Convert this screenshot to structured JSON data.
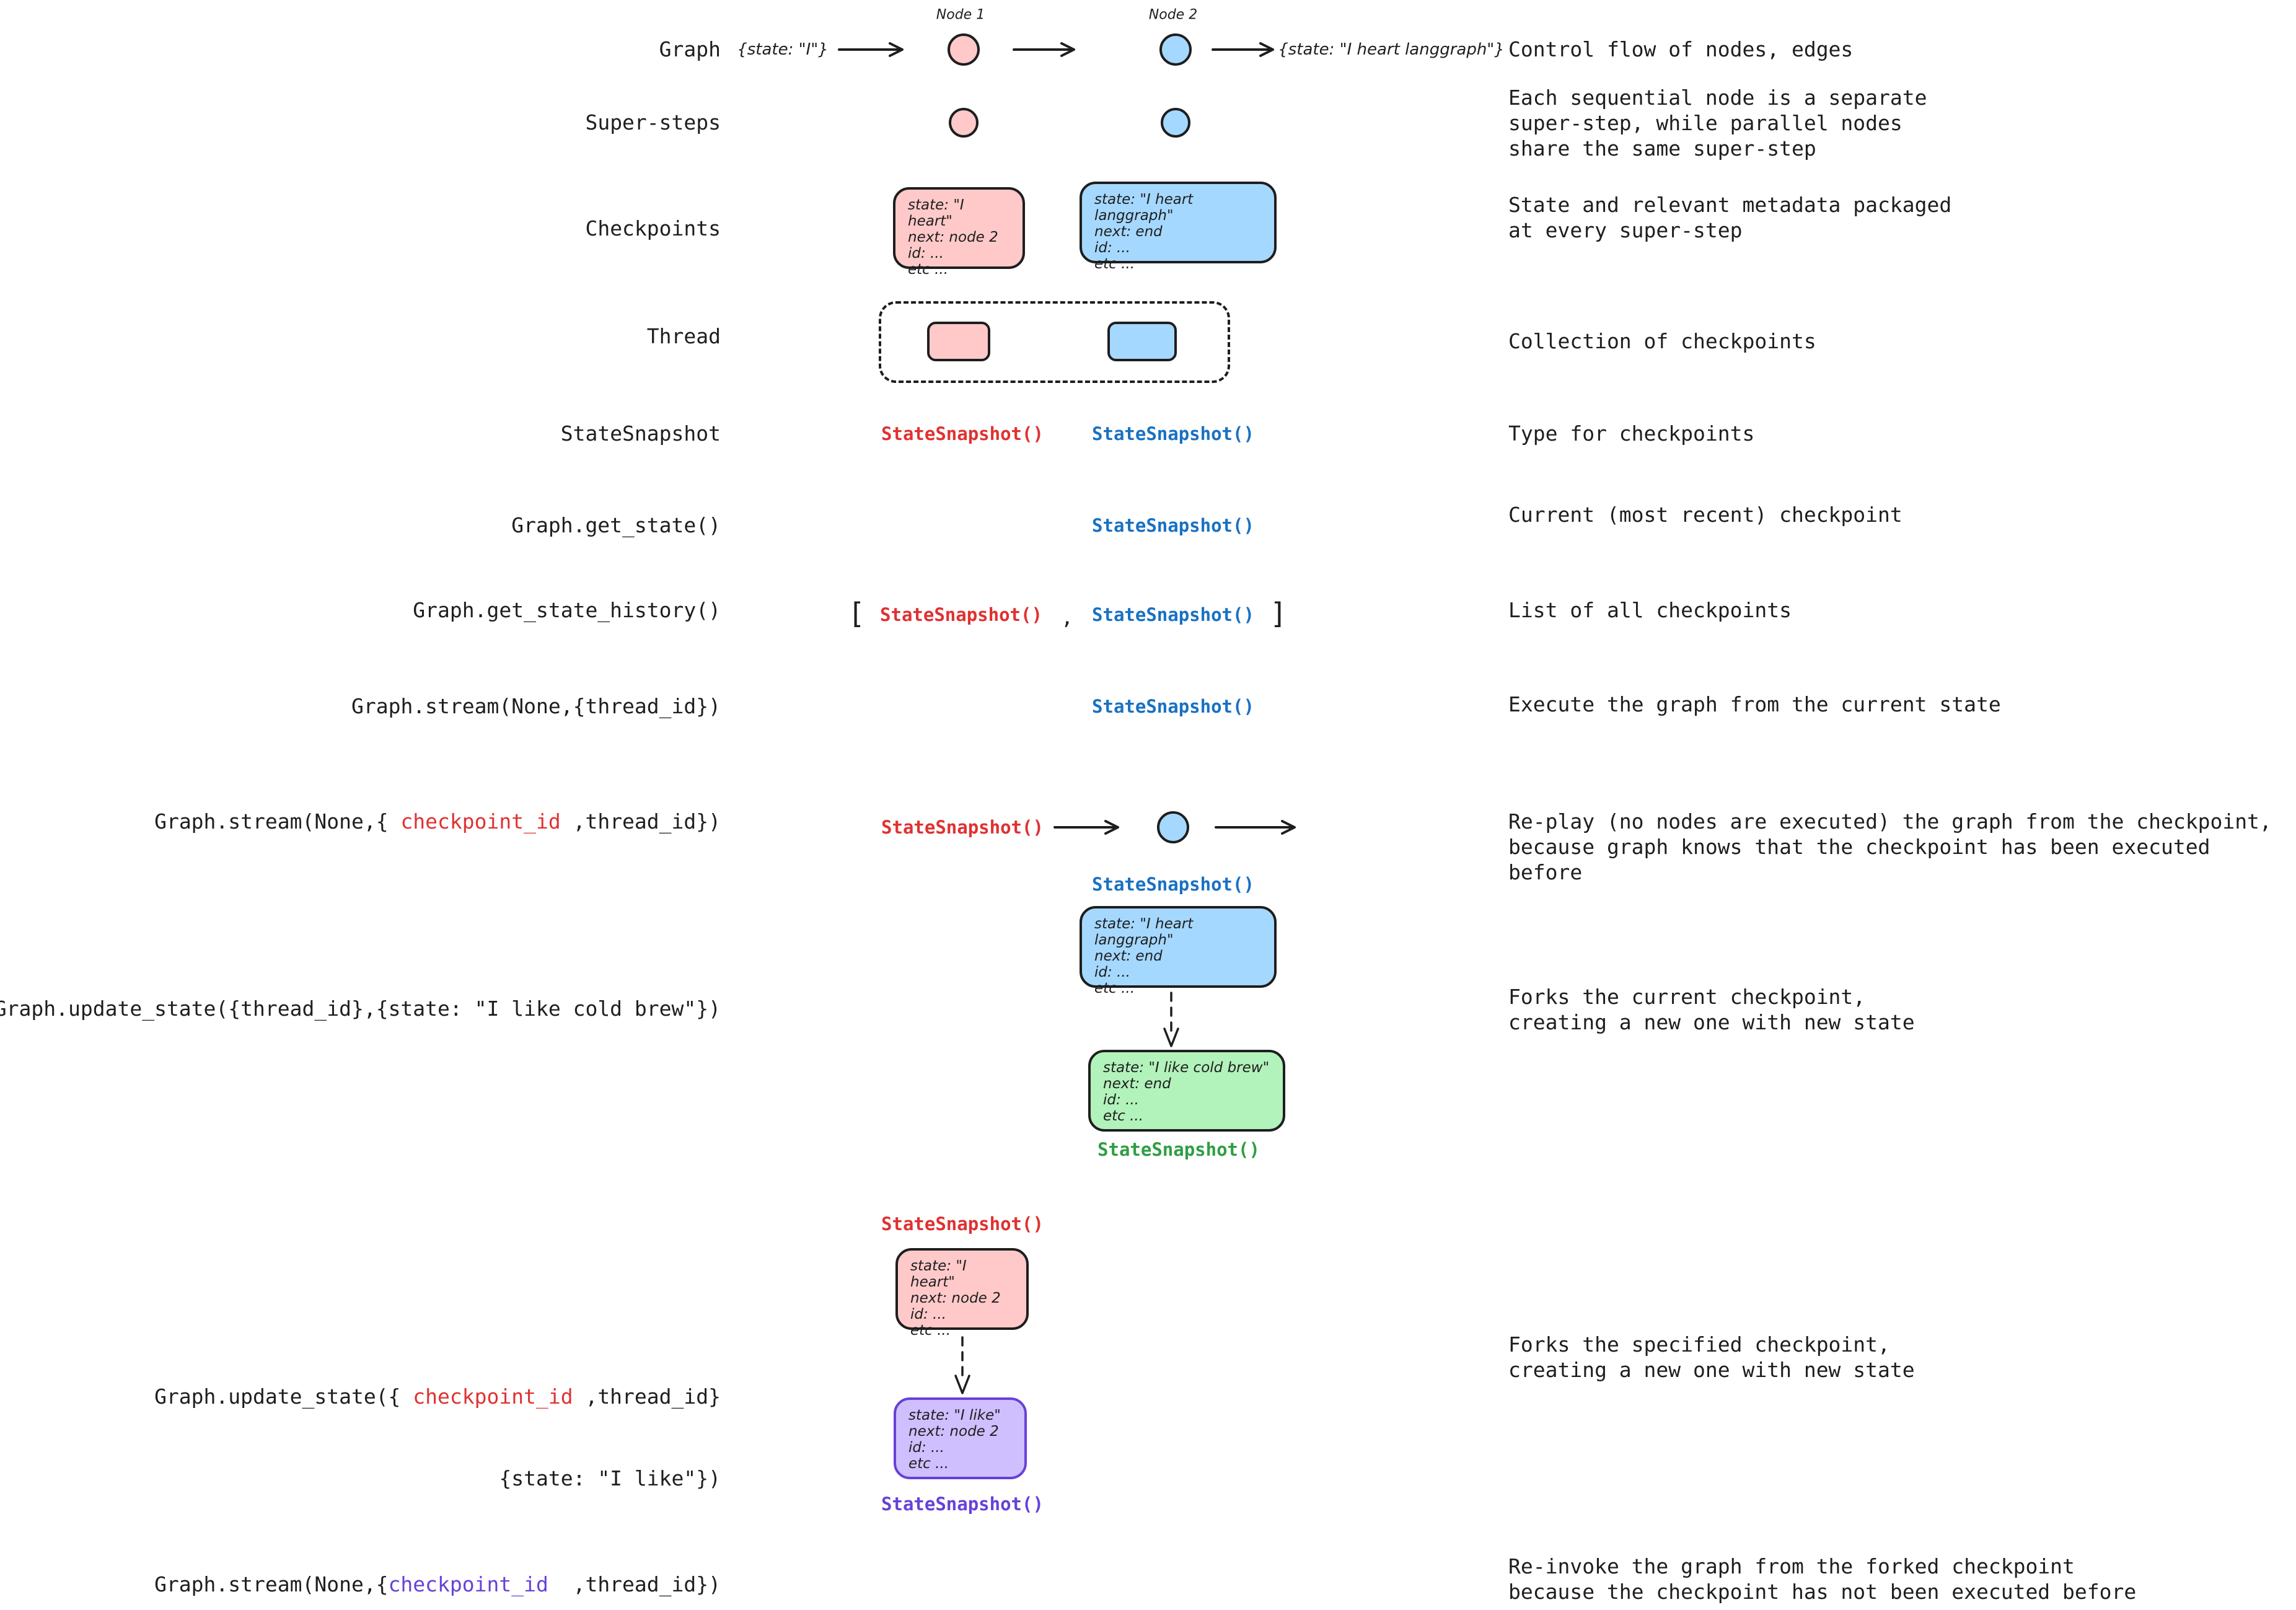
{
  "colors": {
    "ink": "#1e1e1e",
    "pink": "#ffc9c9",
    "blue": "#a5d8ff",
    "green": "#b2f2bb",
    "purple": "#d0bfff",
    "red-text": "#e03131",
    "blue-text": "#1971c2",
    "green-text": "#2f9e44",
    "purple-text": "#6741d9",
    "bg": "#ffffff"
  },
  "snapshot": "StateSnapshot()",
  "graph_row": {
    "node1_label": "Node 1",
    "node2_label": "Node 2",
    "input_state": "{state: \"I\"}",
    "output_state": "{state: \"I heart langgraph\"}"
  },
  "left_labels": {
    "graph": "Graph",
    "super_steps": "Super-steps",
    "checkpoints": "Checkpoints",
    "thread": "Thread",
    "statesnapshot": "StateSnapshot",
    "get_state": "Graph.get_state()",
    "get_state_history": "Graph.get_state_history()",
    "stream_thread": "Graph.stream(None,{thread_id})",
    "stream_checkpoint_pre": "Graph.stream(None,{ ",
    "stream_checkpoint_id": "checkpoint_id",
    "stream_checkpoint_post": " ,thread_id})",
    "update_thread": "Graph.update_state({thread_id},{state: \"I like cold brew\"})",
    "update_checkpoint_pre": "Graph.update_state({ ",
    "update_checkpoint_id": "checkpoint_id",
    "update_checkpoint_post": " ,thread_id}",
    "update_checkpoint_line2": "{state: \"I like\"})",
    "stream_forked_pre": "Graph.stream(None,{",
    "stream_forked_id": "checkpoint_id",
    "stream_forked_post": "  ,thread_id})"
  },
  "descriptions": {
    "graph": "Control flow of nodes, edges",
    "super_steps": "Each sequential node is a separate\nsuper-step, while parallel nodes\nshare the same super-step",
    "checkpoints": "State and relevant metadata packaged\nat every super-step",
    "thread": "Collection of checkpoints",
    "statesnapshot": "Type for checkpoints",
    "get_state": "Current (most recent) checkpoint",
    "get_state_history": "List of all checkpoints",
    "stream_thread": "Execute the graph from the current state",
    "stream_checkpoint": "Re-play (no nodes are executed) the graph from the checkpoint,\nbecause graph knows that the checkpoint has been executed before",
    "update_thread": "Forks the current checkpoint,\ncreating a new one with new state",
    "update_checkpoint": "Forks the specified checkpoint,\ncreating a new one with new state",
    "stream_forked": "Re-invoke the graph from the forked checkpoint\nbecause the checkpoint has not been executed before"
  },
  "boxes": {
    "checkpoint_pink": "state: \"I heart\"\nnext: node 2\nid: ...\netc ...",
    "checkpoint_blue": "state: \"I heart langgraph\"\nnext: end\nid: ...\netc ...",
    "fork_source_blue": "state: \"I heart langgraph\"\nnext: end\nid: ...\netc ...",
    "fork_result_green": "state: \"I like cold brew\"\nnext: end\nid: ...\netc ...",
    "fork_source_pink": "state: \"I heart\"\nnext: node 2\nid: ...\netc ...",
    "fork_result_purple": "state: \"I like\"\nnext: node 2\nid: ...\netc ..."
  },
  "history_row": {
    "open_bracket": "[",
    "comma": ",",
    "close_bracket": "]"
  }
}
